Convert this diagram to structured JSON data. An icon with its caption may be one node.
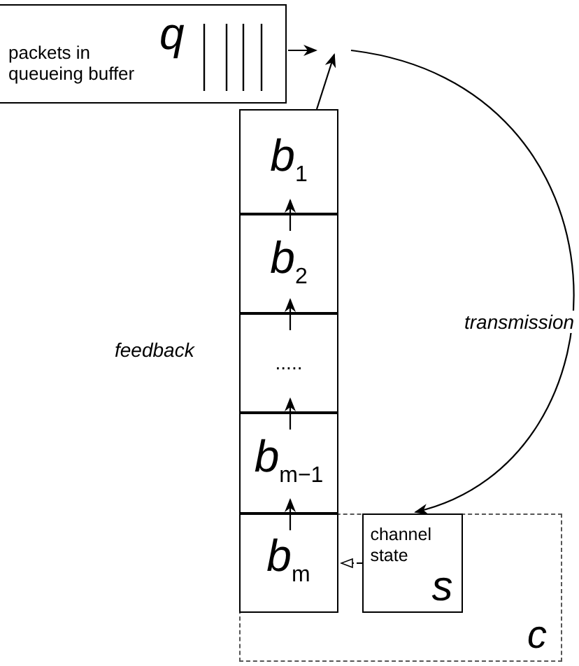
{
  "diagram": {
    "nodes": [
      {
        "text": [
          "packets in queueing buffer",
          "q"
        ]
      },
      {
        "text": [
          "*b*$_{1}$"
        ]
      },
      {
        "text": [
          "*b*$_{2}$"
        ]
      },
      {
        "text": [
          "....."
        ]
      },
      {
        "text": [
          "*b*$_{m−1}$"
        ]
      },
      {
        "text": [
          "*b*$_{m}$"
        ],
        "in": 6
      },
      {
        "text": [
          "c"
        ]
      },
      {
        "text": [
          "channel state",
          "s"
        ],
        "in": 6
      }
    ],
    "edges": [
      {
        "from": 0,
        "to": null,
        "arrow": "to"
      },
      {
        "from": 1,
        "to": null,
        "arrow": "to"
      },
      {
        "from": null,
        "to": 7,
        "arrow": "to",
        "label": "transmission"
      },
      {
        "from": 2,
        "to": 1,
        "arrow": "to"
      },
      {
        "from": 3,
        "to": 2,
        "arrow": "to"
      },
      {
        "from": 4,
        "to": 3,
        "arrow": "to"
      },
      {
        "from": 5,
        "to": 4,
        "arrow": "to"
      },
      {
        "from": 7,
        "to": 5,
        "arrow": "to",
        "style": "dashed"
      }
    ],
    "labels": [
      "feedback"
    ]
  }
}
